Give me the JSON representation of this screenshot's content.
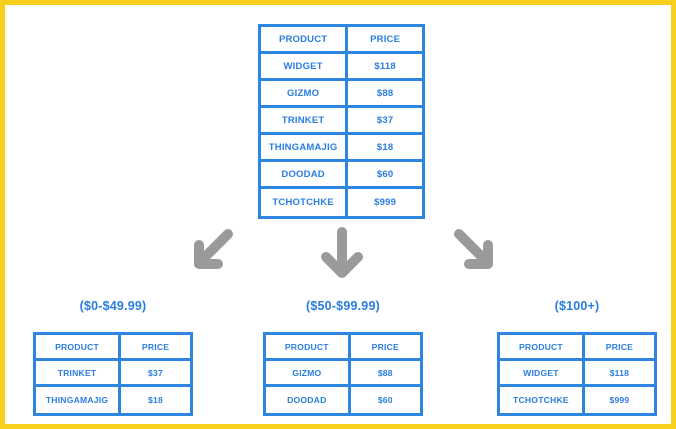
{
  "frame": {
    "border_color": "#f8cf1c",
    "background": "#ffffff"
  },
  "theme": {
    "table_border_color": "#2e86e0",
    "text_color": "#2a7de1",
    "arrow_color": "#9a9a9a"
  },
  "source_table": {
    "name": "all-products",
    "headers": [
      "PRODUCT",
      "PRICE"
    ],
    "rows": [
      [
        "WIDGET",
        "$118"
      ],
      [
        "GIZMO",
        "$88"
      ],
      [
        "TRINKET",
        "$37"
      ],
      [
        "THINGAMAJIG",
        "$18"
      ],
      [
        "DOODAD",
        "$60"
      ],
      [
        "TCHOTCHKE",
        "$999"
      ]
    ]
  },
  "arrows": [
    {
      "name": "arrow-down-left",
      "direction": "down-left"
    },
    {
      "name": "arrow-down",
      "direction": "down"
    },
    {
      "name": "arrow-down-right",
      "direction": "down-right"
    }
  ],
  "groups": [
    {
      "label": "($0-$49.99)",
      "headers": [
        "PRODUCT",
        "PRICE"
      ],
      "rows": [
        [
          "TRINKET",
          "$37"
        ],
        [
          "THINGAMAJIG",
          "$18"
        ]
      ]
    },
    {
      "label": "($50-$99.99)",
      "headers": [
        "PRODUCT",
        "PRICE"
      ],
      "rows": [
        [
          "GIZMO",
          "$88"
        ],
        [
          "DOODAD",
          "$60"
        ]
      ]
    },
    {
      "label": "($100+)",
      "headers": [
        "PRODUCT",
        "PRICE"
      ],
      "rows": [
        [
          "WIDGET",
          "$118"
        ],
        [
          "TCHOTCHKE",
          "$999"
        ]
      ]
    }
  ]
}
